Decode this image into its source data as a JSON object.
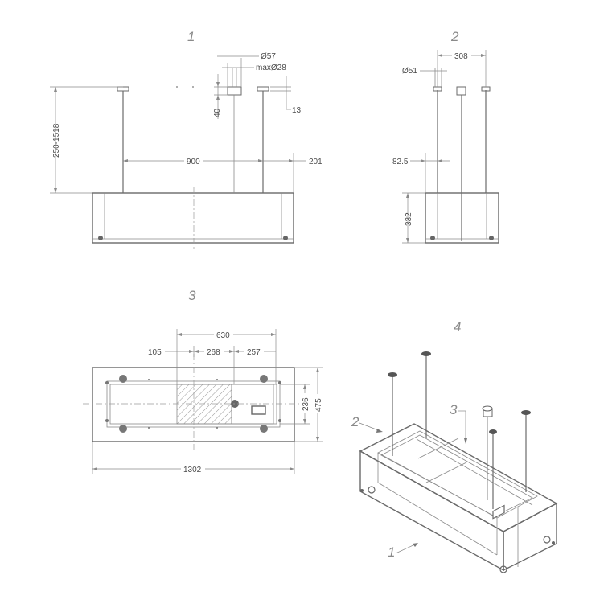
{
  "views": [
    {
      "number": "1"
    },
    {
      "number": "2"
    },
    {
      "number": "3"
    },
    {
      "number": "4"
    }
  ],
  "view1": {
    "d_top_tube": "Ø57",
    "d_inner_tube": "maxØ28",
    "h_canopy": "40",
    "canopy_offset": "13",
    "height_range": "250-1518",
    "rod_spacing": "900",
    "rod_edge_offset": "201"
  },
  "view2": {
    "d_tube": "Ø51",
    "rod_spacing": "308",
    "rod_offset": "82.5",
    "body_height": "332"
  },
  "view3": {
    "span_total": "630",
    "seg_1": "105",
    "seg_2": "268",
    "seg_3": "257",
    "inner_depth": "236",
    "depth": "475",
    "length": "1302"
  },
  "view4": {
    "callouts": [
      "1",
      "2",
      "3"
    ]
  }
}
